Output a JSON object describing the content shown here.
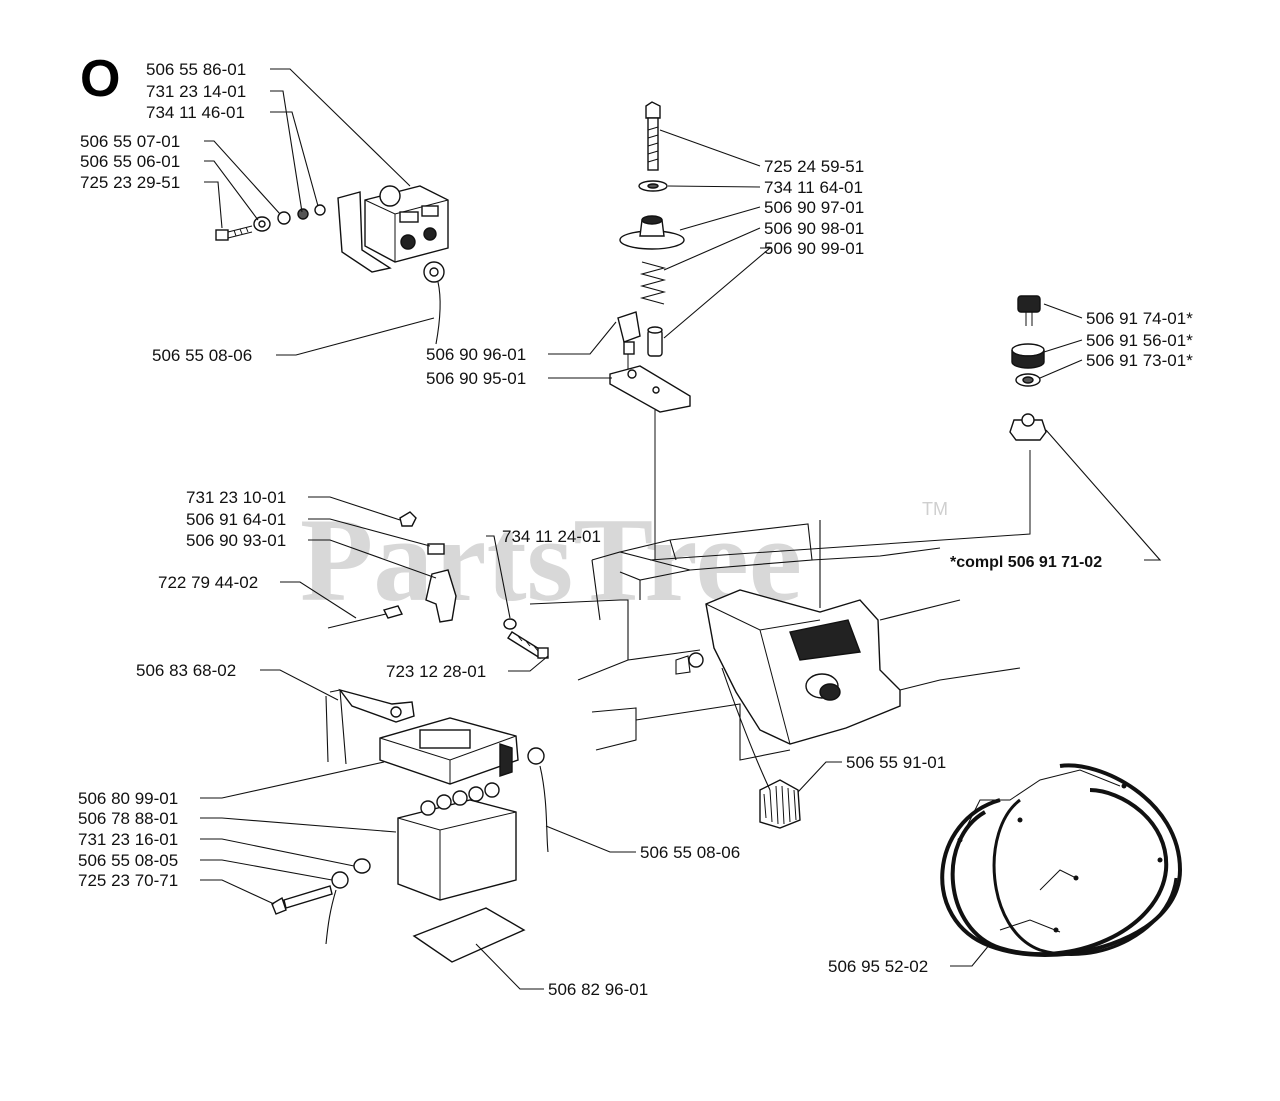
{
  "section_letter": "O",
  "watermark": "PartsTree",
  "trademark": "TM",
  "labels": {
    "p1": "506 55 86-01",
    "p2": "731 23 14-01",
    "p3": "734 11 46-01",
    "p4": "506 55 07-01",
    "p5": "506 55 06-01",
    "p6": "725 23 29-51",
    "p7": "506 55 08-06",
    "p8": "725 24 59-51",
    "p9": "734 11 64-01",
    "p10": "506 90 97-01",
    "p11": "506 90 98-01",
    "p12": "506 90 99-01",
    "p13": "506 90 96-01",
    "p14": "506 90 95-01",
    "p15": "506 91 74-01*",
    "p16": "506 91 56-01*",
    "p17": "506 91 73-01*",
    "p18": "*compl 506 91 71-02",
    "p19": "731 23 10-01",
    "p20": "506 91 64-01",
    "p21": "506 90 93-01",
    "p22": "722 79 44-02",
    "p23": "734 11 24-01",
    "p24": "723 12 28-01",
    "p25": "506 83 68-02",
    "p26": "506 80 99-01",
    "p27": "506 78 88-01",
    "p28": "731 23 16-01",
    "p29": "506 55 08-05",
    "p30": "725 23 70-71",
    "p31": "506 55 08-06",
    "p32": "506 55 91-01",
    "p33": "506 82 96-01",
    "p34": "506 95 52-02"
  }
}
